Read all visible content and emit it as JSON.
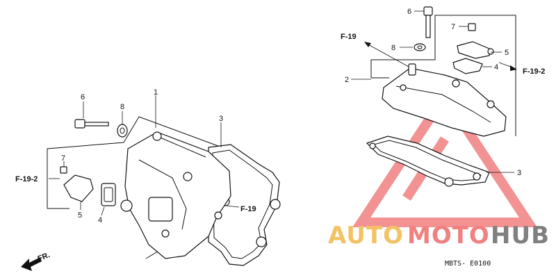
{
  "callouts": {
    "left_1": "1",
    "left_3": "3",
    "left_4": "4",
    "left_5": "5",
    "left_6": "6",
    "left_7": "7",
    "left_8": "8",
    "right_2": "2",
    "right_3": "3",
    "right_4": "4",
    "right_5": "5",
    "right_6": "6",
    "right_7": "7",
    "right_8": "8"
  },
  "refs": {
    "left_f192": "F-19-2",
    "left_f19": "F-19",
    "right_f19": "F-19",
    "right_f192": "F-19-2",
    "front": "FR."
  },
  "diagram_code": "MBTS- E0100",
  "watermark": {
    "auto": "AUTO",
    "moto": "MOTO",
    "hub": "HUB",
    "auto_color": "#f2b84b",
    "moto_color": "#ef6a6a",
    "hub_color": "#6b6b6b",
    "triangle_color": "#f08080"
  }
}
